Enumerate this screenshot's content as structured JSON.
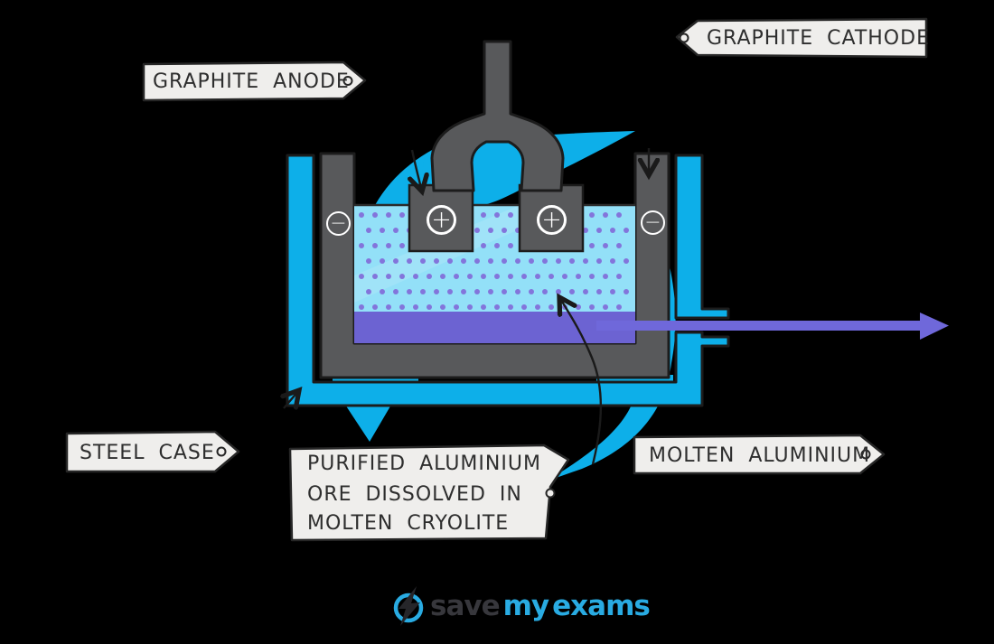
{
  "labels": {
    "graphite_anode": "GRAPHITE ANODE",
    "graphite_cathode": "GRAPHITE CATHODE",
    "steel_case": "STEEL CASE",
    "purified_ore_line1": "PURIFIED ALUMINIUM",
    "purified_ore_line2": "ORE DISSOLVED IN",
    "purified_ore_line3": "MOLTEN CRYOLITE",
    "molten_aluminium": "MOLTEN ALUMINIUM"
  },
  "symbols": {
    "plus": "+",
    "minus": "−"
  },
  "logo": {
    "save": "save",
    "my": "my",
    "exams": "exams"
  },
  "colors": {
    "background": "#000000",
    "cyan": "#0DAFE9",
    "gray": "#58595B",
    "electrolyte": "#93E0F8",
    "dots": "#8375DB",
    "molten": "#6C63D2",
    "pipe": "#6F68DA",
    "label_bg": "#EFEEEC",
    "label_text": "#2E2E2E",
    "logo_blue": "#29ABE2",
    "logo_dark": "#37373C"
  }
}
